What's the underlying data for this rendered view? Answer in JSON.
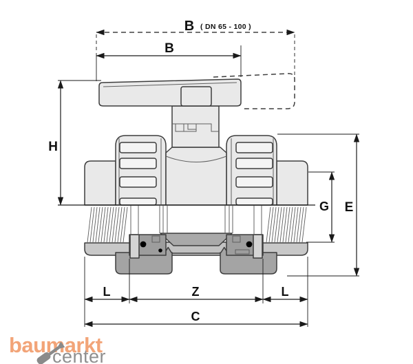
{
  "dimensions": {
    "b_extended": {
      "label": "B",
      "range_note": "( DN 65 - 100 )"
    },
    "b": {
      "label": "B"
    },
    "h": {
      "label": "H"
    },
    "g": {
      "label": "G"
    },
    "e": {
      "label": "E"
    },
    "l_left": {
      "label": "L"
    },
    "z": {
      "label": "Z"
    },
    "l_right": {
      "label": "L"
    },
    "c": {
      "label": "C"
    }
  },
  "logo": {
    "word1": "baumarkt",
    "word2": "center"
  },
  "colors": {
    "outline": "#3d3d3d",
    "dimension": "#1a1a1a",
    "body_light": "#e9e9e9",
    "body_mid": "#c8c8c8",
    "body_dark": "#a4a4a4",
    "logo_orange": "#f2a478",
    "logo_gray": "#8f8f8f"
  }
}
